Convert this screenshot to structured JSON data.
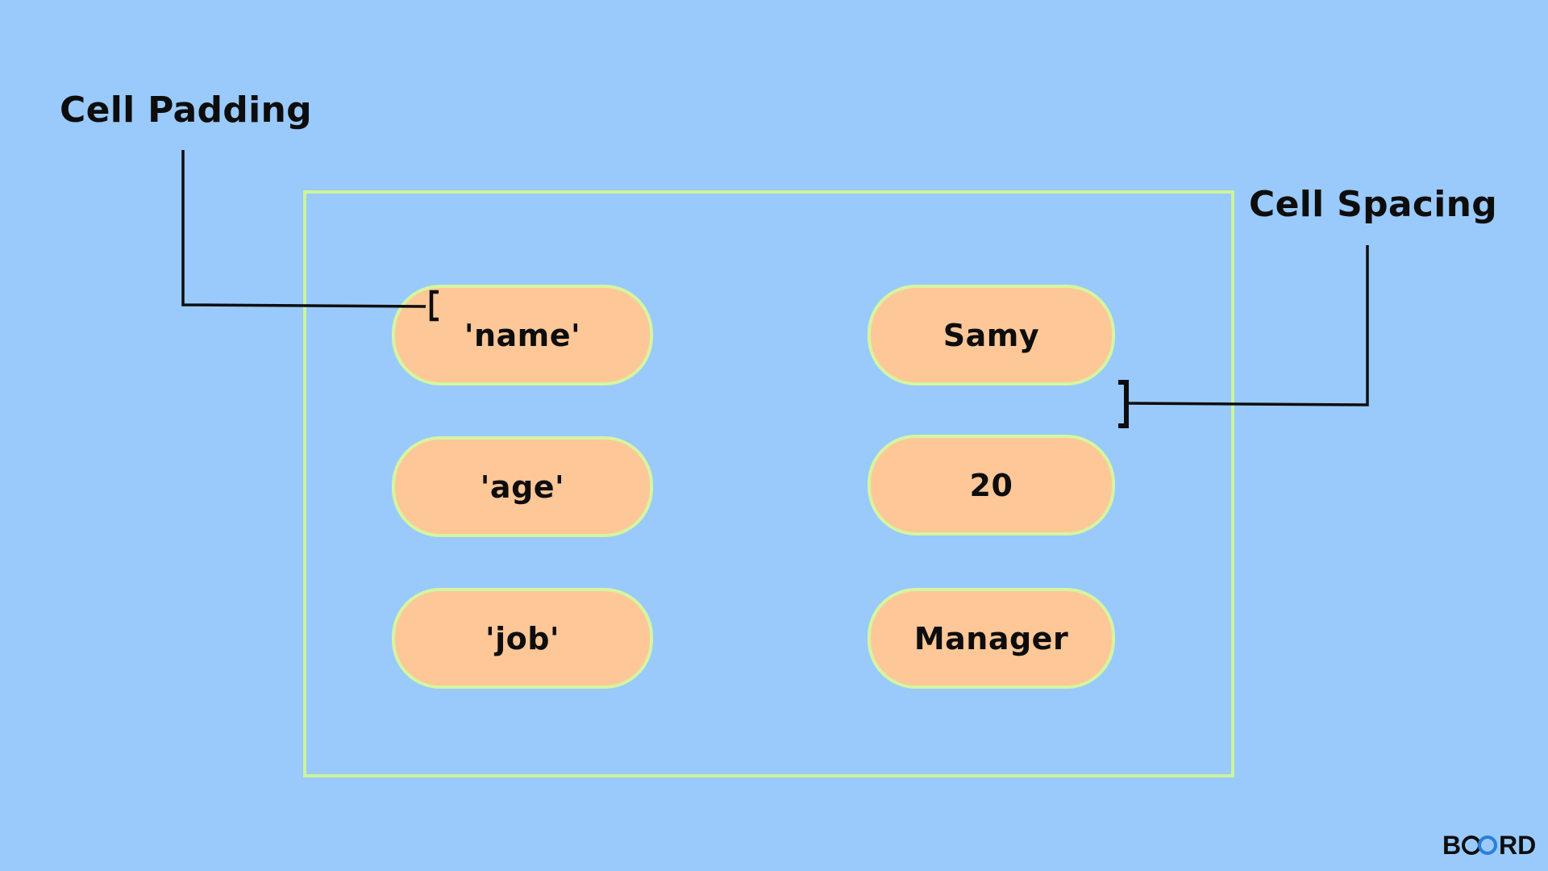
{
  "annotations": {
    "cell_padding": "Cell Padding",
    "cell_spacing": "Cell Spacing"
  },
  "table": {
    "rows": [
      {
        "key": "'name'",
        "value": "Samy"
      },
      {
        "key": "'age'",
        "value": "20"
      },
      {
        "key": "'job'",
        "value": "Manager"
      }
    ]
  },
  "logo": {
    "text": "BOARD",
    "icon": "infinity-icon"
  },
  "colors": {
    "background": "#99cafb",
    "frame_border": "#ccf59a",
    "cell_fill": "#fec797",
    "cell_border": "#d5f5a0",
    "line": "#0d0d0d"
  }
}
